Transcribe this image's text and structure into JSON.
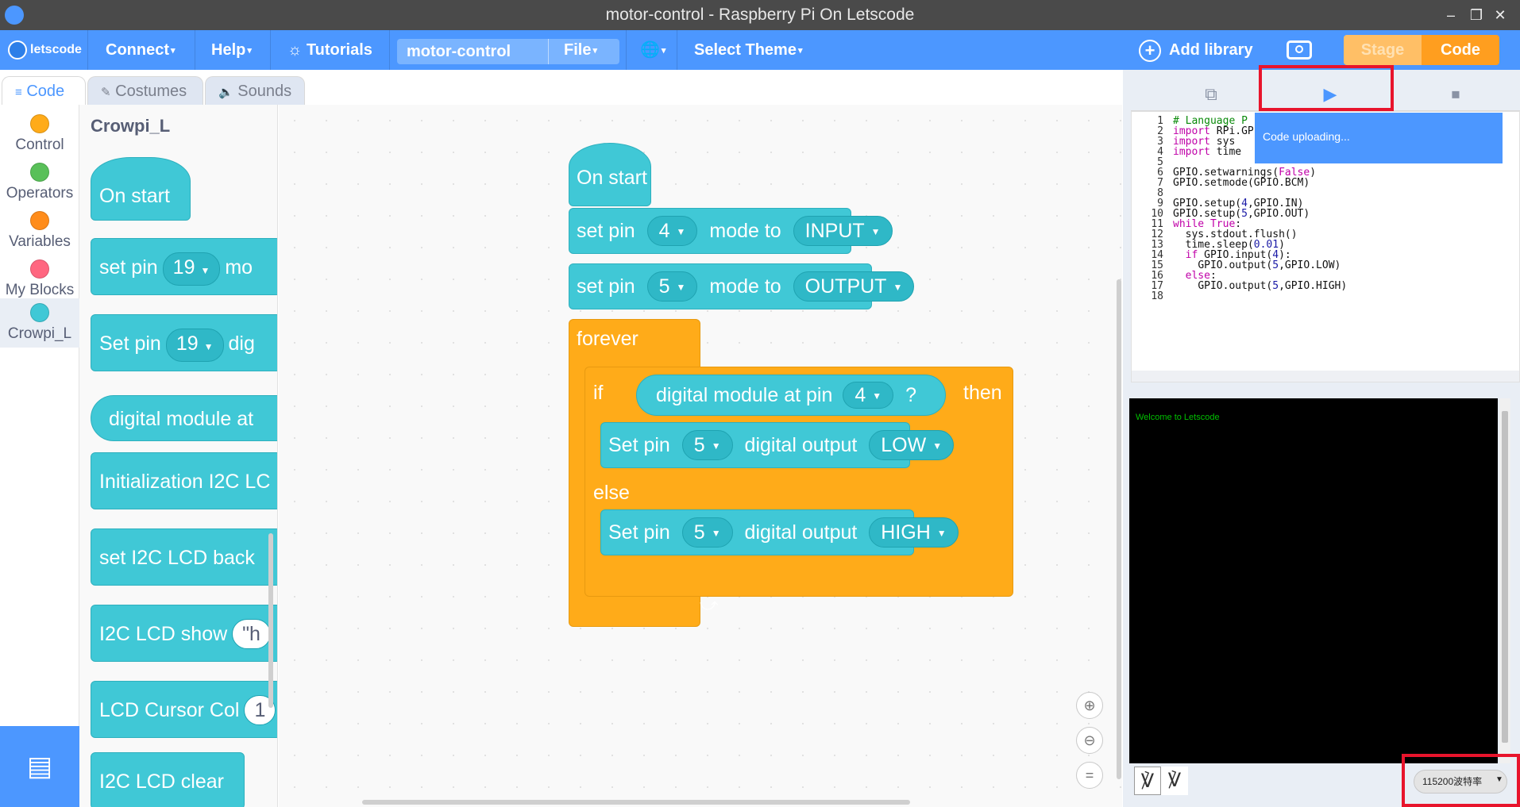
{
  "window": {
    "title": "motor-control - Raspberry Pi On Letscode"
  },
  "menu": {
    "logo": "letscode",
    "connect": "Connect",
    "help": "Help",
    "tutorials": "Tutorials",
    "project_name": "motor-control",
    "file": "File",
    "select_theme": "Select Theme",
    "add_library": "Add library",
    "stage": "Stage",
    "code": "Code"
  },
  "tabs": [
    "Code",
    "Costumes",
    "Sounds"
  ],
  "categories": [
    {
      "label": "Control",
      "color": "#ffab19"
    },
    {
      "label": "Operators",
      "color": "#59c059"
    },
    {
      "label": "Variables",
      "color": "#ff8c1a"
    },
    {
      "label": "My Blocks",
      "color": "#ff6680"
    },
    {
      "label": "Crowpi_L",
      "color": "#40c8d6"
    }
  ],
  "palette": {
    "title": "Crowpi_L",
    "blocks": {
      "on_start": "On start",
      "set_pin_mode_prefix": "set pin",
      "set_pin_mode_val": "19",
      "set_pin_mode_suffix": "mo",
      "set_pin_dig_prefix": "Set pin",
      "set_pin_dig_val": "19",
      "set_pin_dig_suffix": "dig",
      "digital_module": "digital module at",
      "init_i2c": "Initialization I2C LC",
      "set_i2c_back": "set I2C LCD back",
      "i2c_show": "I2C LCD show",
      "i2c_show_val": "\"h",
      "lcd_cursor": "LCD Cursor Col",
      "lcd_cursor_val": "1",
      "i2c_clear": "I2C LCD clear"
    }
  },
  "script": {
    "on_start": "On start",
    "set_pin": "set pin",
    "mode_to": "mode to",
    "pin1": "4",
    "mode1": "INPUT",
    "pin2": "5",
    "mode2": "OUTPUT",
    "forever": "forever",
    "if": "if",
    "digital_module_at_pin": "digital module at pin",
    "pin_cond": "4",
    "question": "?",
    "then": "then",
    "set_pin_cap": "Set pin",
    "digital_output": "digital output",
    "pin3": "5",
    "out1": "LOW",
    "else": "else",
    "pin4": "5",
    "out2": "HIGH"
  },
  "editor": {
    "lines": [
      "# Language P",
      "import RPi.GP",
      "import sys",
      "import time",
      "",
      "GPIO.setwarnings(False)",
      "GPIO.setmode(GPIO.BCM)",
      "",
      "GPIO.setup(4,GPIO.IN)",
      "GPIO.setup(5,GPIO.OUT)",
      "while True:",
      "  sys.stdout.flush()",
      "  time.sleep(0.01)",
      "  if GPIO.input(4):",
      "    GPIO.output(5,GPIO.LOW)",
      "  else:",
      "    GPIO.output(5,GPIO.HIGH)",
      ""
    ],
    "toast": "Code uploading..."
  },
  "console": {
    "welcome": "Welcome to Letscode",
    "baud_rate": "115200波特率"
  }
}
